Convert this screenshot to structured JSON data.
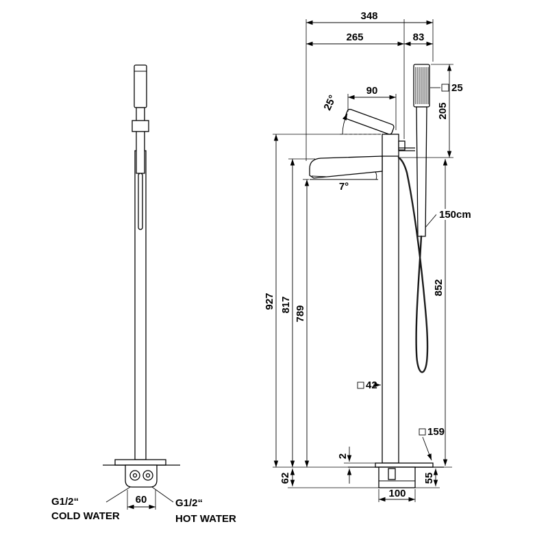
{
  "drawing": {
    "side_view": {
      "dim_inlet_spacing": "60",
      "cold_size": "G1/2“",
      "cold_label": "COLD WATER",
      "hot_size": "G1/2“",
      "hot_label": "HOT WATER"
    },
    "front_view": {
      "dim_total_width": "348",
      "dim_spout_reach": "265",
      "dim_shower_offset": "83",
      "dim_handle_length": "90",
      "handle_angle": "25°",
      "spout_angle": "7°",
      "dim_shower_square": "25",
      "dim_shower_head_height": "205",
      "hose_length": "150cm",
      "dim_height_total": "927",
      "dim_height_spout": "817",
      "dim_height_outlet": "789",
      "dim_shower_height": "852",
      "dim_column_square": "42",
      "dim_base_square": "159",
      "dim_plate_thickness": "2",
      "dim_underfloor_depth": "62",
      "dim_underfloor_inner": "55",
      "dim_underfloor_width": "100"
    }
  }
}
